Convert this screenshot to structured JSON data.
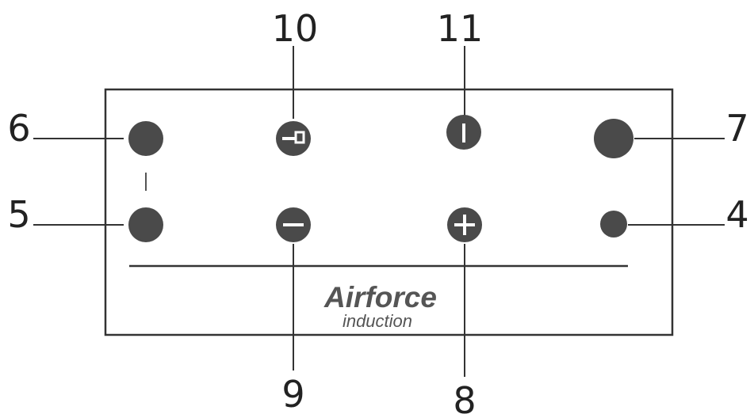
{
  "brand": {
    "name": "Airforce",
    "subtitle": "induction"
  },
  "callouts": {
    "c4": "4",
    "c5": "5",
    "c6": "6",
    "c7": "7",
    "c8": "8",
    "c9": "9",
    "c10": "10",
    "c11": "11"
  },
  "icons": {
    "button_10": "key-icon",
    "button_11": "power-icon",
    "button_9": "minus-icon",
    "button_8": "plus-icon"
  },
  "colors": {
    "button_fill": "#4a4a4a",
    "line": "#2a2a2a",
    "text": "#222222",
    "brand": "#555555"
  }
}
